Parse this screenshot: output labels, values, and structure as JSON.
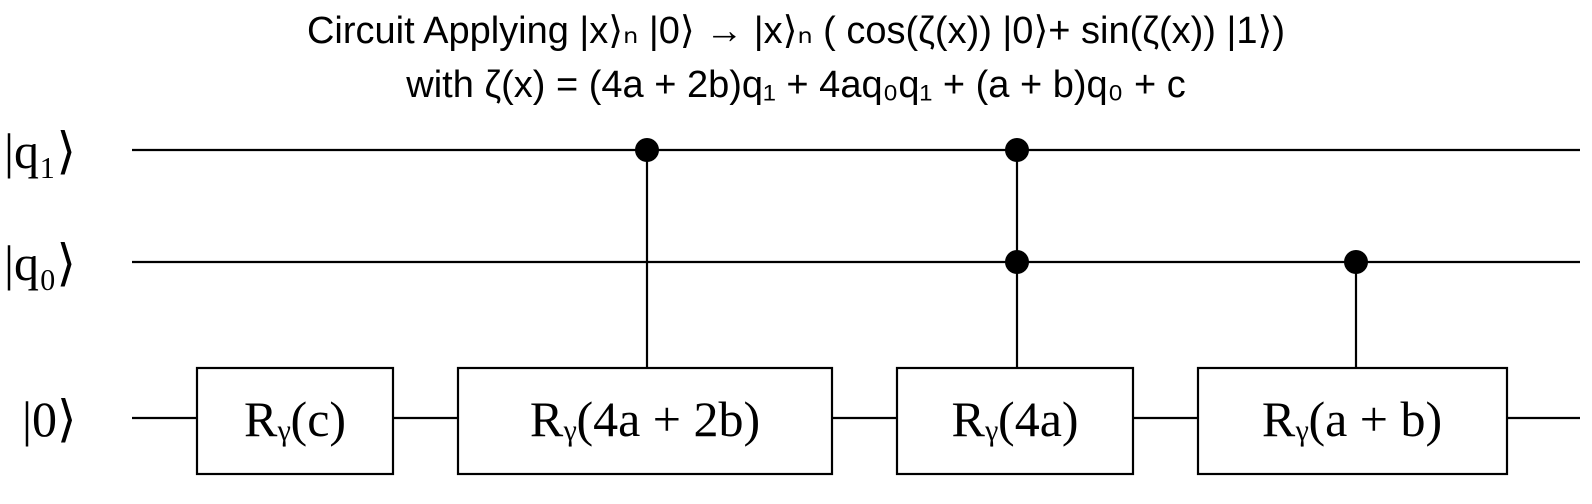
{
  "title": {
    "line1": "Circuit Applying |x⟩ₙ |0⟩ → |x⟩ₙ ( cos(ζ(x)) |0⟩+ sin(ζ(x)) |1⟩)",
    "line2": "with ζ(x) = (4a + 2b)q₁ + 4aq₀q₁ + (a + b)q₀ + c"
  },
  "wires": [
    {
      "id": "q1",
      "label": "|q₁⟩"
    },
    {
      "id": "q0",
      "label": "|q₀⟩"
    },
    {
      "id": "anc",
      "label": "|0⟩"
    }
  ],
  "gates": [
    {
      "id": "g1",
      "label": "Rᵧ(c)",
      "controls": []
    },
    {
      "id": "g2",
      "label": "Rᵧ(4a + 2b)",
      "controls": [
        "q1"
      ]
    },
    {
      "id": "g3",
      "label": "Rᵧ(4a)",
      "controls": [
        "q1",
        "q0"
      ]
    },
    {
      "id": "g4",
      "label": "Rᵧ(a + b)",
      "controls": [
        "q0"
      ]
    }
  ],
  "colors": {
    "line": "#000000",
    "background": "#ffffff"
  }
}
